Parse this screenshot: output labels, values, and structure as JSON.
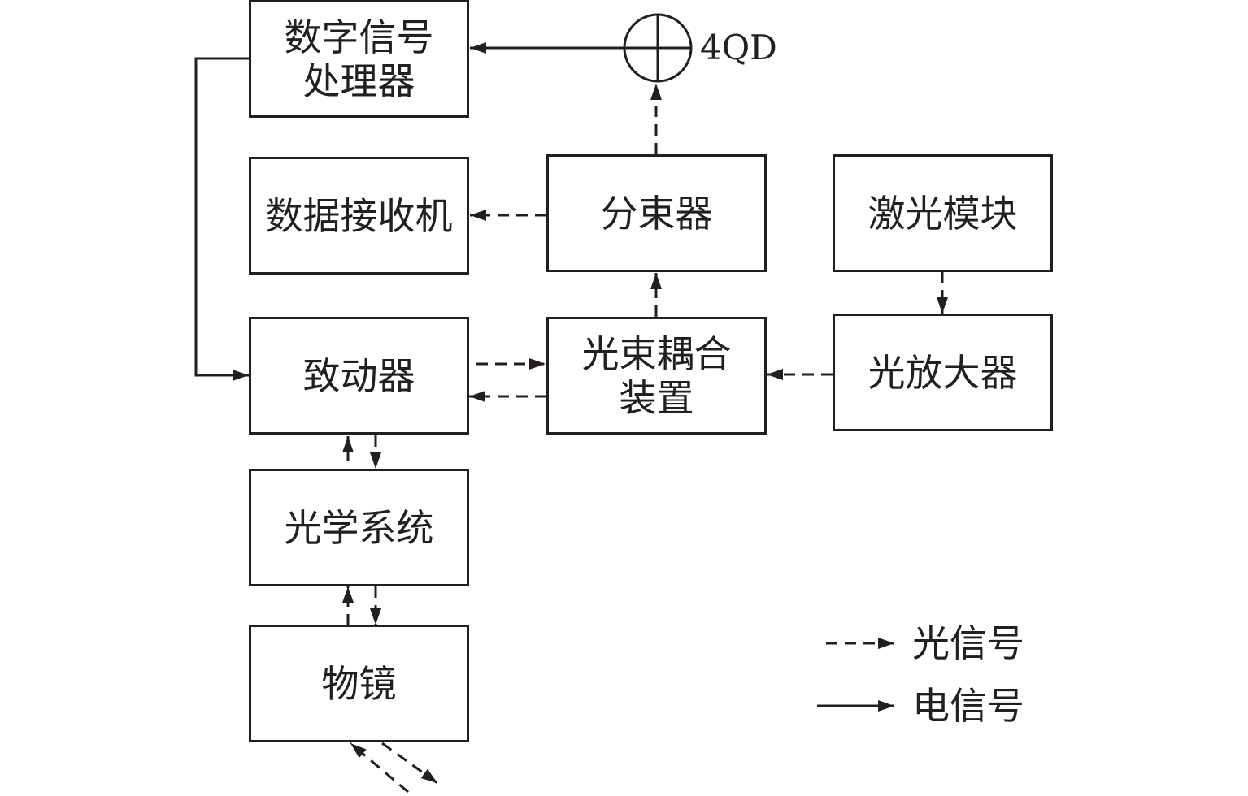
{
  "blocks": {
    "dsp": "数字信号\n处理器",
    "receiver": "数据接收机",
    "splitter": "分束器",
    "laser": "激光模块",
    "actuator": "致动器",
    "coupler": "光束耦合\n装置",
    "amplifier": "光放大器",
    "optics": "光学系统",
    "objective": "物镜"
  },
  "detector": {
    "label": "4QD"
  },
  "legend": {
    "optical": "光信号",
    "electrical": "电信号"
  },
  "colors": {
    "line": "#231f20",
    "background": "#ffffff"
  }
}
